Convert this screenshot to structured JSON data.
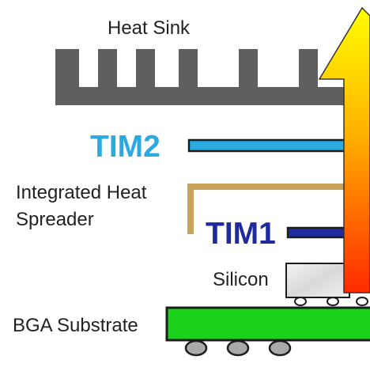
{
  "diagram": {
    "labels": {
      "heat_sink": "Heat Sink",
      "tim2": "TIM2",
      "integrated_heat_spreader_line1": "Integrated Heat",
      "integrated_heat_spreader_line2": "Spreader",
      "tim1": "TIM1",
      "silicon": "Silicon",
      "bga_substrate": "BGA Substrate"
    },
    "colors": {
      "heat_sink": "#5f5f5f",
      "tim2": "#29abe2",
      "ihs": "#c9a25c",
      "tim1": "#1f2a9e",
      "substrate": "#19d219",
      "arrow_top": "#ffff00",
      "arrow_bottom": "#ff2a00",
      "balls": "#a9a9a9"
    },
    "icons": [
      "heat-flow-arrow"
    ]
  }
}
